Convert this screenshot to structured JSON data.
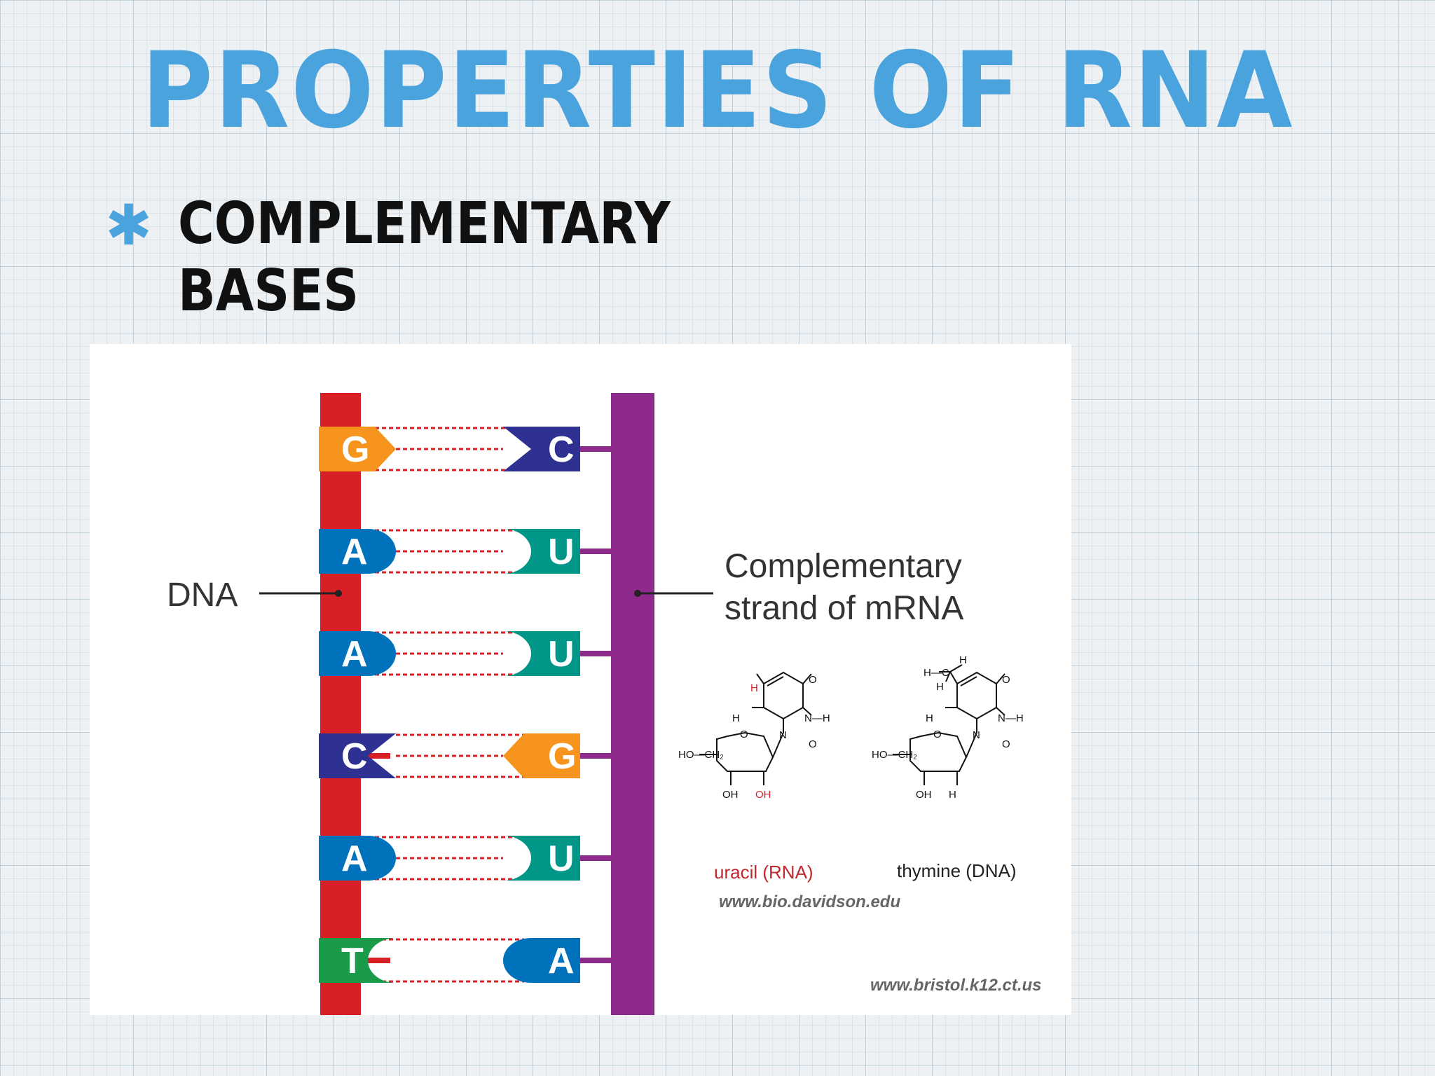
{
  "slide": {
    "title": "PROPERTIES OF RNA",
    "bullet": "COMPLEMENTARY BASES"
  },
  "diagram": {
    "dna_label": "DNA",
    "mrna_label_line1": "Complementary",
    "mrna_label_line2": "strand of mRNA",
    "pairs": [
      {
        "left": "G",
        "right": "C"
      },
      {
        "left": "A",
        "right": "U"
      },
      {
        "left": "A",
        "right": "U"
      },
      {
        "left": "C",
        "right": "G"
      },
      {
        "left": "A",
        "right": "U"
      },
      {
        "left": "T",
        "right": "A"
      }
    ],
    "uracil_caption": "uracil (RNA)",
    "thymine_caption": "thymine (DNA)",
    "credit_davidson": "www.bio.davidson.edu",
    "credit_bristol": "www.bristol.k12.ct.us",
    "colors": {
      "dna_backbone": "#d81f26",
      "rna_backbone": "#8e2a8c",
      "G": "#f7941d",
      "C": "#2e3192",
      "A": "#0072bc",
      "U": "#009688",
      "T": "#1a9b4a",
      "title": "#4aa3dd"
    },
    "structure_atoms": {
      "H": "H",
      "O": "O",
      "N": "N",
      "C": "C",
      "NH": "N—H",
      "HOCH2": "HO—CH₂",
      "OH": "OH",
      "HC": "H—C"
    }
  }
}
